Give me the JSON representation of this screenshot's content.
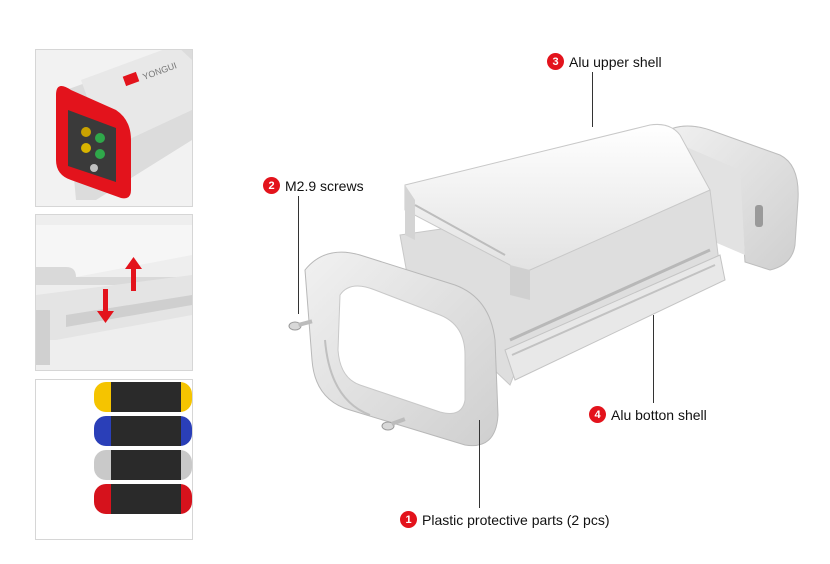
{
  "brand": {
    "logo_text": "YONGUI",
    "accent_color": "#e3131c"
  },
  "callouts": [
    {
      "number": "1",
      "label": "Plastic protective parts (2 pcs)"
    },
    {
      "number": "2",
      "label": "M2.9 screws"
    },
    {
      "number": "3",
      "label": "Alu upper shell"
    },
    {
      "number": "4",
      "label": "Alu botton shell"
    }
  ],
  "colors": {
    "badge": "#e3131c",
    "shell": "#e9e9e9",
    "plastic": "#d7d7d7",
    "cap_variants": [
      "#f5c400",
      "#2a3fb8",
      "#c9c9c9",
      "#d6121c"
    ]
  }
}
